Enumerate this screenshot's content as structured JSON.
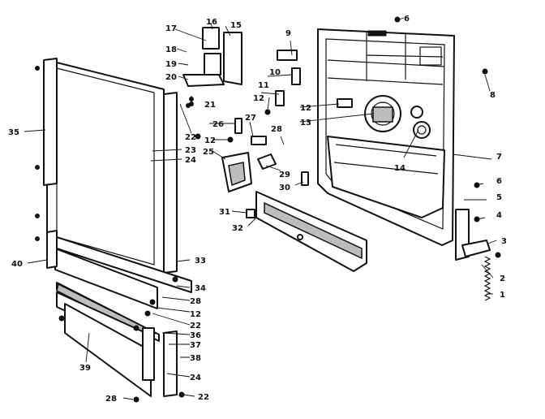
{
  "callouts": [
    "1",
    "2",
    "3",
    "4",
    "5",
    "6",
    "6",
    "7",
    "8",
    "9",
    "10",
    "11",
    "12",
    "12",
    "12",
    "12",
    "13",
    "14",
    "15",
    "16",
    "17",
    "18",
    "19",
    "20",
    "21",
    "22",
    "22",
    "22",
    "23",
    "24",
    "24",
    "25",
    "26",
    "27",
    "28",
    "28",
    "28",
    "29",
    "30",
    "31",
    "32",
    "33",
    "34",
    "35",
    "36",
    "37",
    "38",
    "39",
    "40"
  ]
}
